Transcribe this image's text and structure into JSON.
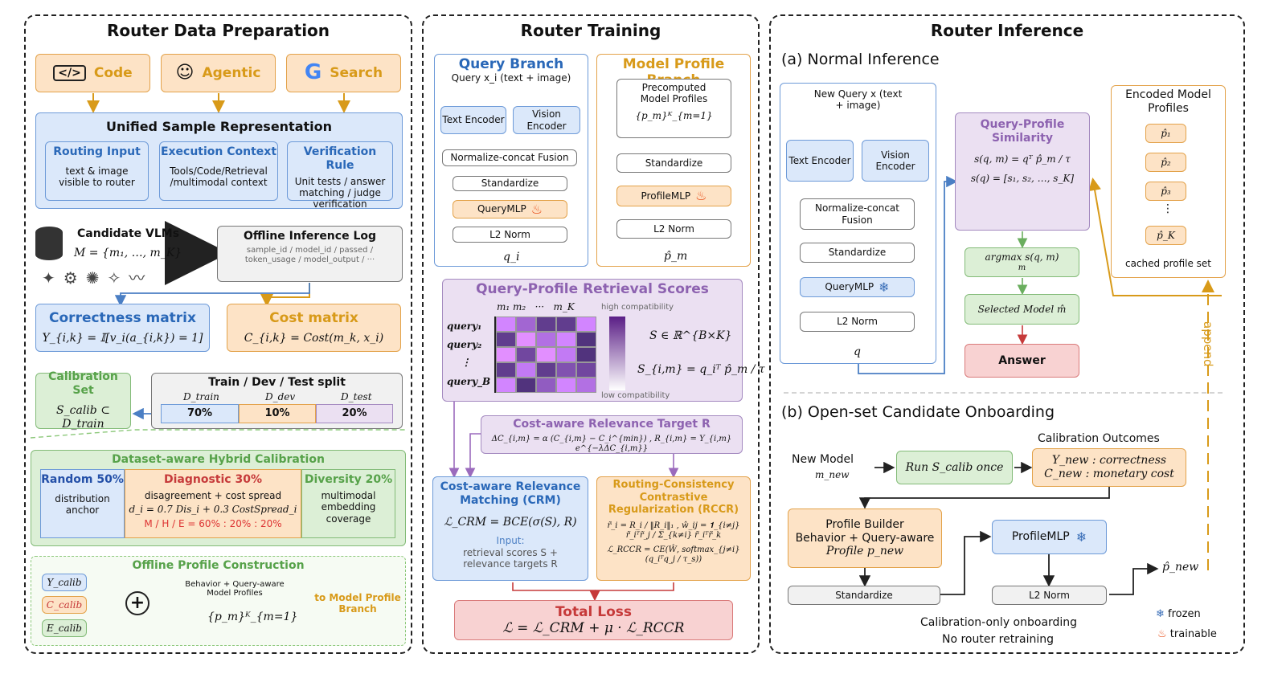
{
  "panels": {
    "prep": "Router Data Preparation",
    "train": "Router Training",
    "infer": "Router Inference"
  },
  "prep": {
    "sources": [
      "Code",
      "Agentic",
      "Search"
    ],
    "unified": {
      "title": "Unified Sample Representation",
      "cols": [
        {
          "h": "Routing Input",
          "b": "text & image visible to router"
        },
        {
          "h": "Execution Context",
          "b": "Tools/Code/Retrieval /multimodal context"
        },
        {
          "h": "Verification Rule",
          "b": "Unit tests / answer matching / judge verification"
        }
      ]
    },
    "vlms": {
      "title": "Candidate VLMs",
      "formula": "M = {m₁, …, m_K}"
    },
    "log": {
      "title": "Offline Inference Log",
      "body": "sample_id / model_id / passed / token_usage / model_output / ···"
    },
    "corr": {
      "title": "Correctness matrix",
      "formula": "Y_{i,k} = 𝕀[v_i(a_{i,k}) = 1]"
    },
    "cost": {
      "title": "Cost matrix",
      "formula": "C_{i,k} = Cost(m_k, x_i)"
    },
    "calib": {
      "title": "Calibration Set",
      "formula": "S_calib ⊂ D_train"
    },
    "split": {
      "title": "Train / Dev / Test split",
      "labels": [
        "D_train",
        "D_dev",
        "D_test"
      ],
      "values": [
        "70%",
        "10%",
        "20%"
      ]
    },
    "hybrid": {
      "title": "Dataset-aware Hybrid Calibration",
      "random": {
        "h": "Random 50%",
        "b": "distribution anchor"
      },
      "diag": {
        "h": "Diagnostic 30%",
        "b": "disagreement + cost spread",
        "f": "d_i = 0.7 Dis_i + 0.3 CostSpread_i",
        "r": "M / H / E = 60% : 20% : 20%"
      },
      "div": {
        "h": "Diversity 20%",
        "b": "multimodal embedding coverage"
      }
    },
    "offline": {
      "title": "Offline Profile Construction",
      "inputs": [
        "Y_calib",
        "C_calib",
        "E_calib"
      ],
      "mid": "Behavior + Query-aware Model Profiles",
      "midf": "{p_m}ᴷ_{m=1}",
      "out": "to Model Profile Branch"
    }
  },
  "train": {
    "qb": {
      "title": "Query Branch",
      "sub": "Query  x_i  (text + image)",
      "text": "Text Encoder",
      "vision": "Vision Encoder",
      "fuse": "Normalize-concat Fusion",
      "std": "Standardize",
      "mlp": "QueryMLP",
      "l2": "L2 Norm",
      "out": "q_i"
    },
    "mb": {
      "title": "Model Profile Branch",
      "pre": "Precomputed Model Profiles",
      "pref": "{p_m}ᴷ_{m=1}",
      "std": "Standardize",
      "mlp": "ProfileMLP",
      "l2": "L2 Norm",
      "out": "p̂_m"
    },
    "rs": {
      "title": "Query-Profile Retrieval Scores",
      "cols": "m₁ m₂   ···   m_K",
      "rows": [
        "query₁",
        "query₂",
        "⋮",
        "query_B"
      ],
      "hi": "high compatibility",
      "lo": "low compatibility",
      "f1": "S ∈ ℝ^{B×K}",
      "f2": "S_{i,m} = q_iᵀ p̂_m / τ"
    },
    "target": {
      "title": "Cost-aware Relevance Target R",
      "formula": "ΔC_{i,m} = α (C_{i,m} − C_i^{min}) , R_{i,m} = Y_{i,m} e^{−λΔC_{i,m}}"
    },
    "crm": {
      "title": "Cost-aware Relevance Matching (CRM)",
      "formula": "ℒ_CRM = BCE(σ(S), R)",
      "input": "Input:",
      "inb": "retrieval scores S + relevance targets R"
    },
    "rccr": {
      "title": "Routing-Consistency Contrastive Regularization (RCCR)",
      "f1": "r̃_i = R_i / ‖R_i‖₁ , ŵ_ij = 𝟏_{i≠j} r̃_iᵀr̃_j / Σ_{k≠i} r̃_iᵀr̃_k",
      "f2": "ℒ_RCCR = CE(Ŵ, softmax_{j≠i}(q_iᵀq_j / τ_s))"
    },
    "total": {
      "title": "Total Loss",
      "formula": "ℒ = ℒ_CRM + μ · ℒ_RCCR"
    }
  },
  "infer": {
    "a": "(a) Normal Inference",
    "nq": "New Query x (text + image)",
    "text": "Text Encoder",
    "vision": "Vision Encoder",
    "fuse": "Normalize-concat Fusion",
    "std": "Standardize",
    "mlp": "QueryMLP",
    "l2": "L2 Norm",
    "q": "q",
    "sim": {
      "title": "Query-Profile Similarity",
      "f1": "s(q, m) = qᵀ p̂_m / τ",
      "f2": "s(q) = [s₁, s₂, …, s_K]"
    },
    "argmax": "argmax s(q, m)",
    "argsub": "m",
    "sel": "Selected Model m̂",
    "ans": "Answer",
    "enc": {
      "title": "Encoded Model Profiles",
      "items": [
        "p̂₁",
        "p̂₂",
        "p̂₃",
        "⋮",
        "p̂_K"
      ],
      "cache": "cached profile set"
    },
    "append": "append",
    "b": "(b) Open-set Candidate Onboarding",
    "nm": "New Model",
    "nmf": "m_new",
    "run": "Run  S_calib  once",
    "calo": "Calibration Outcomes",
    "calo1": "Y_new : correctness",
    "calo2": "C_new : monetary cost",
    "pb": {
      "title": "Profile Builder",
      "b1": "Behavior + Query-aware",
      "b2": "Profile p_new"
    },
    "pmlp": "ProfileMLP",
    "l2b": "L2 Norm",
    "pnew": "p̂_new",
    "foot1": "Calibration-only onboarding",
    "foot2": "No router retraining",
    "frozen": "frozen",
    "trainable": "trainable"
  },
  "colors": {
    "orange": "#fde3c6",
    "blue": "#dbe8fa",
    "green": "#dcefd6",
    "purple": "#ebe0f2",
    "red": "#f8d2d2"
  },
  "icons": [
    "code-icon",
    "robot-icon",
    "google-icon",
    "database-icon",
    "snowflake-icon",
    "flame-icon",
    "plus-icon"
  ]
}
